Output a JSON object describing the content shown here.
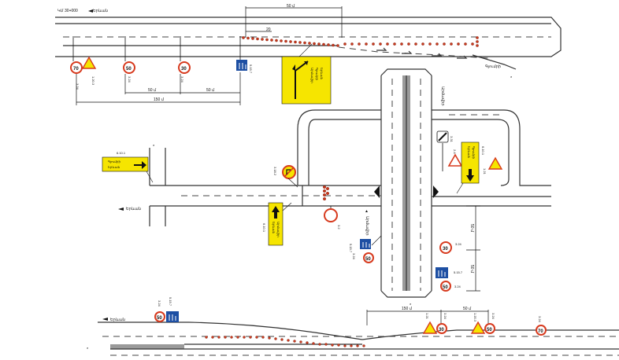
{
  "labels": {
    "chainage": "ԿՄ 30+000",
    "direction_top": "Երևան",
    "direction_lower": "Երևան",
    "direction_armavir": "Արմավիր",
    "direction_gyumri": "Գյումրի",
    "direction_bottom": "Երևան",
    "arrow_sign_left": [
      "Գյումրի",
      "Երևան"
    ],
    "arrow_sign_center": [
      "Արմավիր",
      "Երևան"
    ],
    "arrow_sign_right": [
      "Գյումրի",
      "Երևան"
    ],
    "diag_sign": [
      "Արմավիր",
      "Գյումրի",
      "Երևան"
    ]
  },
  "dimensions": {
    "top_50": "50 մ",
    "top_20": "20",
    "d150_top": "150 մ",
    "d50_a": "50 մ",
    "d50_b": "50 մ",
    "d150_bottom": "150 մ",
    "d50_bottom": "50 մ",
    "v50_a": "50 մ",
    "v50_b": "50 մ"
  },
  "sign_codes": {
    "c1": "1.20.3",
    "c2": "3.24",
    "c3": "3.24",
    "c4": "5.15.7",
    "c5": "5.15.7",
    "c6": "3.24",
    "c7": "3.24",
    "c8": "3.24",
    "c9": "5.15.7",
    "c10": "3.18.2",
    "c11": "3.2",
    "c12": "2.4",
    "c13": "3.31",
    "c14": "1.21",
    "c15": "6.10.1",
    "c16": "6.10.1",
    "c17": "6.10.1",
    "c18": "1.21",
    "c19": "3.24",
    "c20": "1.20.3",
    "c21": "3.24",
    "c22": "3.24"
  },
  "speed_values": {
    "s1": "70",
    "s2": "50",
    "s3": "30",
    "s4": "50",
    "s5": "30",
    "s6": "50",
    "s7": "50",
    "s8": "30",
    "s9": "50",
    "s10": "70"
  },
  "marks": {
    "star": "*",
    "direction_arrow": "▲"
  },
  "colors": {
    "sign_yellow": "#f6e500",
    "sign_blue": "#1d4fa3",
    "restriction_red": "#d73a1e",
    "cone_red": "#c9391c",
    "lane_grey": "#9a9a9a"
  }
}
